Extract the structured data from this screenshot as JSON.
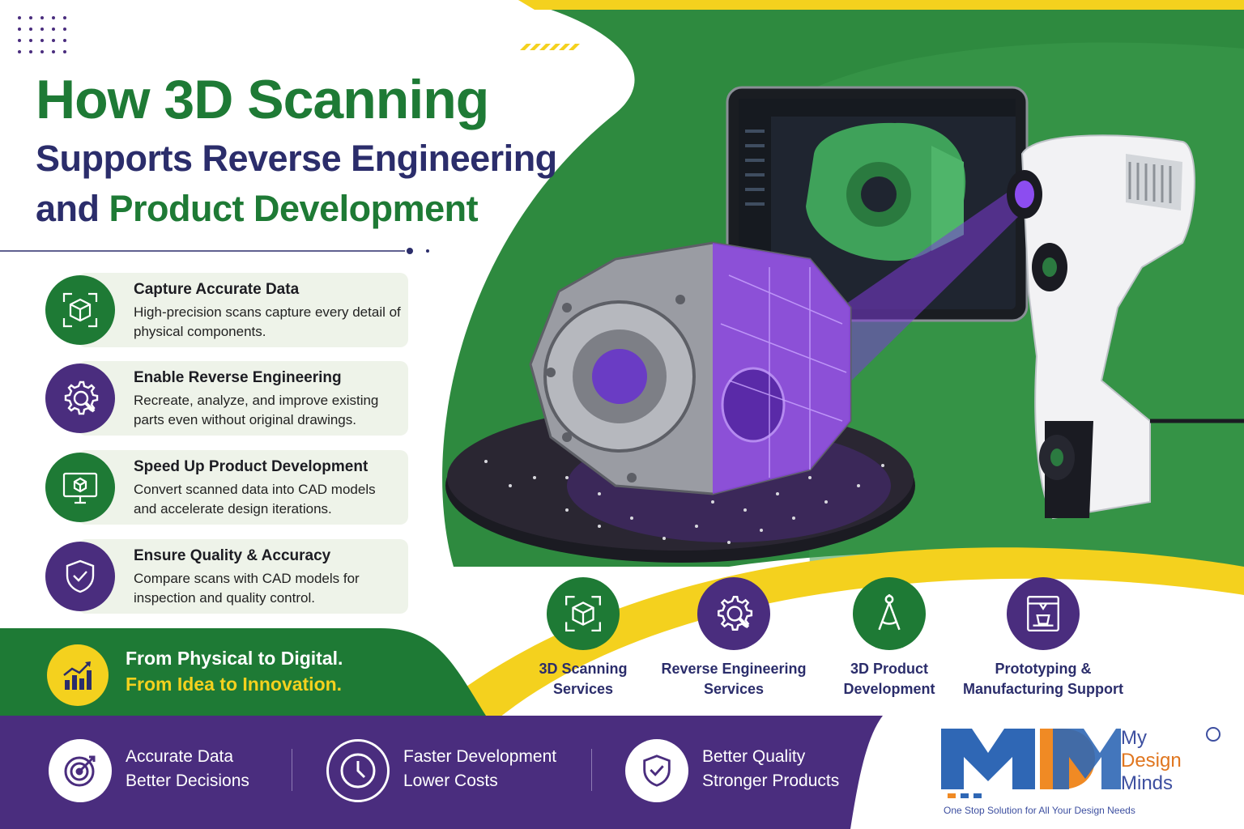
{
  "title": {
    "line1": "How 3D Scanning",
    "line2": "Supports Reverse Engineering",
    "line3_prefix": "and ",
    "line3_highlight": "Product Development"
  },
  "features": [
    {
      "title": "Capture Accurate Data",
      "desc": "High-precision scans capture every detail of physical components.",
      "icon": "cube-scan-icon",
      "color": "#1e7a35"
    },
    {
      "title": "Enable Reverse Engineering",
      "desc": "Recreate, analyze, and improve existing parts even without original drawings.",
      "icon": "gear-magnifier-icon",
      "color": "#4a2d7e"
    },
    {
      "title": "Speed Up Product Development",
      "desc": "Convert scanned data into CAD models and accelerate design iterations.",
      "icon": "monitor-cube-icon",
      "color": "#1e7a35"
    },
    {
      "title": "Ensure Quality & Accuracy",
      "desc": "Compare scans with CAD models for inspection and quality control.",
      "icon": "shield-check-icon",
      "color": "#4a2d7e"
    }
  ],
  "tagline": {
    "line1": "From Physical to Digital.",
    "line2": "From Idea to Innovation.",
    "icon": "growth-chart-icon"
  },
  "services": [
    {
      "line1": "3D Scanning",
      "line2": "Services",
      "icon": "cube-scan-icon"
    },
    {
      "line1": "Reverse Engineering",
      "line2": "Services",
      "icon": "gear-magnifier-icon"
    },
    {
      "line1": "3D Product",
      "line2": "Development",
      "icon": "compass-icon"
    },
    {
      "line1": "Prototyping &",
      "line2": "Manufacturing Support",
      "icon": "3d-printer-icon"
    }
  ],
  "benefits": [
    {
      "line1": "Accurate Data",
      "line2": "Better Decisions",
      "icon": "target-icon"
    },
    {
      "line1": "Faster Development",
      "line2": "Lower Costs",
      "icon": "clock-icon"
    },
    {
      "line1": "Better Quality",
      "line2": "Stronger Products",
      "icon": "shield-check-icon"
    }
  ],
  "logo": {
    "mark": "MDM",
    "name_line1": "My",
    "name_line2": "Design",
    "name_line3": "Minds",
    "tagline": "One Stop Solution for All Your Design Needs"
  },
  "colors": {
    "brand_green": "#1e7a35",
    "brand_purple": "#4a2d7e",
    "accent_yellow": "#f4d11e",
    "navy_text": "#2b2d6b"
  }
}
